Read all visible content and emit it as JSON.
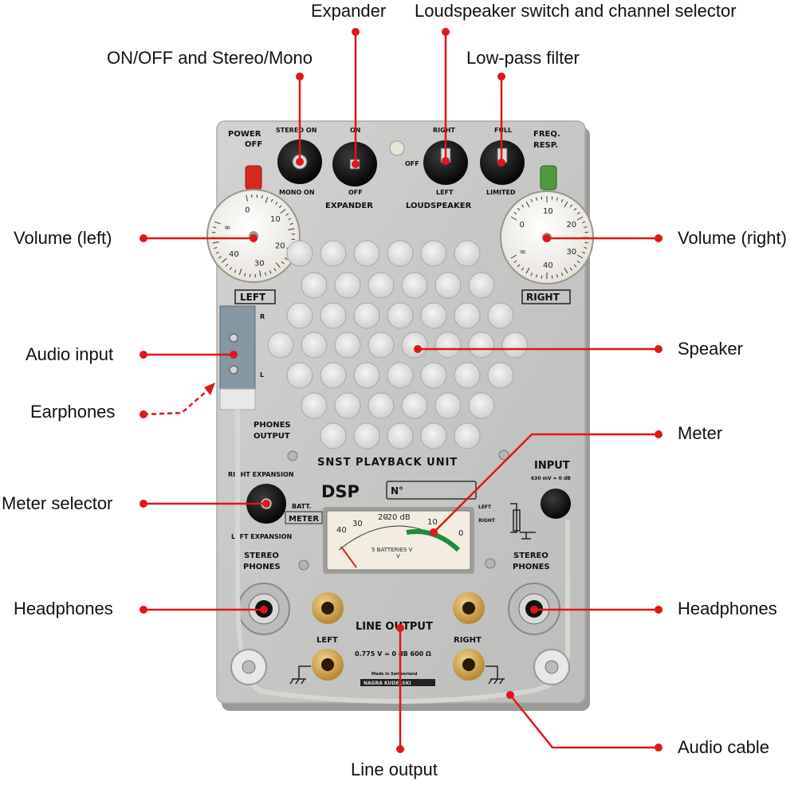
{
  "device": {
    "panel_color": "#c9c9c7",
    "top_labels": {
      "power": "POWER",
      "off": "OFF",
      "stereo_on": "STEREO ON",
      "mono_on": "MONO ON",
      "exp_on": "ON",
      "exp_off": "OFF",
      "expander": "EXPANDER",
      "right": "RIGHT",
      "off_ls": "OFF",
      "left": "LEFT",
      "loudspeaker": "LOUDSPEAKER",
      "full": "FULL",
      "limited": "LIMITED",
      "freq": "FREQ.",
      "resp": "RESP."
    },
    "side_labels": {
      "left": "LEFT",
      "right": "RIGHT",
      "r": "R",
      "l": "L",
      "phones": "PHONES",
      "output": "OUTPUT"
    },
    "center_labels": {
      "unit_name": "SNST PLAYBACK UNIT",
      "dsp": "DSP",
      "number_prefix": "N°",
      "right_expansion": "RIGHT EXPANSION",
      "batt": "BATT.",
      "meter": "METER",
      "left_expansion": "LEFT EXPANSION",
      "input": "INPUT",
      "input_spec": "630 mV = 0 dB",
      "input_left": "LEFT",
      "input_right": "RIGHT"
    },
    "meter_labels": {
      "db": "-20 dB",
      "batteries": "5 BATTERIES V",
      "v": "V",
      "scale": [
        "40",
        "30",
        "20",
        "10",
        "0"
      ]
    },
    "bottom_labels": {
      "stereo_phones": "STEREO",
      "phones": "PHONES",
      "line_output": "LINE OUTPUT",
      "left": "LEFT",
      "right": "RIGHT",
      "spec": "0.775 V = 0 dB 600 Ω",
      "made_in": "Made in Switzerland",
      "brand": "NAGRA KUDELSKI"
    },
    "dial_numbers": [
      "0",
      "10",
      "20",
      "30",
      "40",
      "∞"
    ]
  },
  "callouts": {
    "expander": "Expander",
    "loudspeaker": "Loudspeaker switch and channel selector",
    "onoff": "ON/OFF and Stereo/Mono",
    "lowpass": "Low-pass filter",
    "volume_left": "Volume (left)",
    "volume_right": "Volume (right)",
    "audio_input": "Audio input",
    "speaker": "Speaker",
    "earphones": "Earphones",
    "meter": "Meter",
    "meter_selector": "Meter selector",
    "headphones_left": "Headphones",
    "headphones_right": "Headphones",
    "audio_cable": "Audio cable",
    "line_output": "Line output"
  },
  "colors": {
    "leader": "#e0161b",
    "power_button": "#d62a1f",
    "green_button": "#4e9a3a",
    "brass": "#d8ac54"
  }
}
